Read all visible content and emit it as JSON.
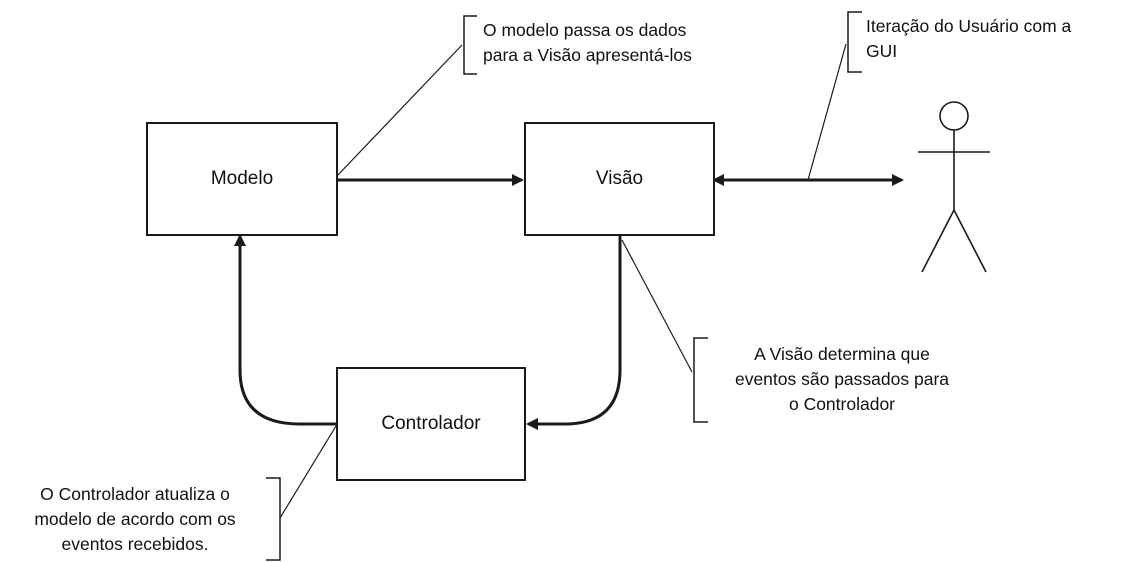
{
  "boxes": {
    "modelo": "Modelo",
    "visao": "Visão",
    "controlador": "Controlador"
  },
  "notes": {
    "modelo_visao": [
      "O modelo passa os dados",
      "para a Visão apresentá-los"
    ],
    "usuario_gui": [
      "Iteração do Usuário com a",
      "GUI"
    ],
    "visao_determina": [
      "A Visão determina que",
      "eventos são passados para",
      "o Controlador"
    ],
    "controlador_atualiza": [
      "O Controlador atualiza o",
      "modelo de acordo com os",
      "eventos recebidos."
    ]
  },
  "actor": {
    "icon": "user-stick-figure-icon"
  },
  "colors": {
    "stroke": "#1a1a1a",
    "background": "#ffffff"
  }
}
